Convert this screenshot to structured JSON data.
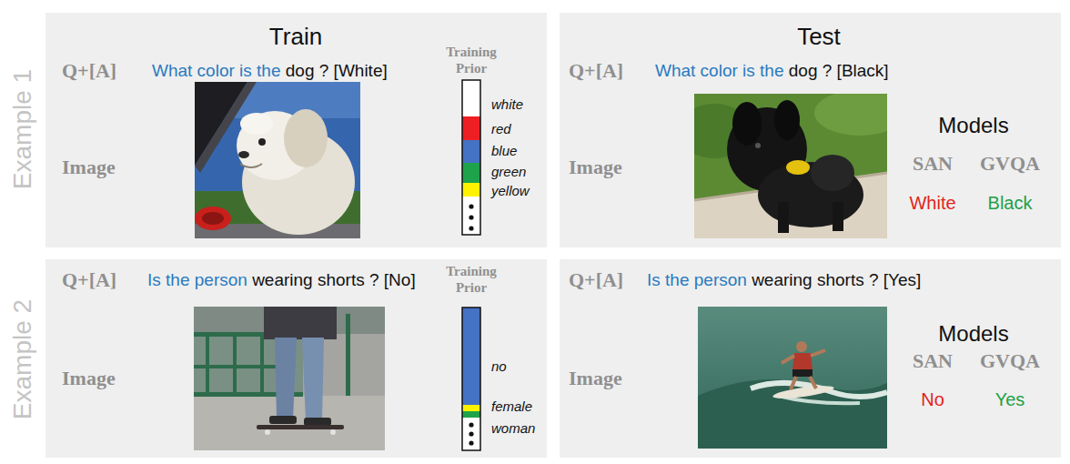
{
  "diagram": {
    "nodes": [
      {
        "text": [
          "Train",
          "Q+[A]",
          "What color is the",
          "dog ? [White]",
          "Image",
          "Training Prior",
          "white",
          "red",
          "blue",
          "green",
          "yellow"
        ]
      },
      {
        "text": [
          "Test",
          "Q+[A]",
          "What color is the",
          "dog ? [Black]",
          "Image",
          "Models",
          "SAN",
          "GVQA",
          "White",
          "Black"
        ]
      },
      {
        "text": [
          "Q+[A]",
          "Is the person",
          "wearing shorts ? [No]",
          "Image",
          "Training Prior",
          "no",
          "female",
          "woman"
        ]
      },
      {
        "text": [
          "Q+[A]",
          "Is the person",
          "wearing shorts ? [Yes]",
          "Image",
          "Models",
          "SAN",
          "GVQA",
          "No",
          "Yes"
        ]
      }
    ],
    "labels": [
      "Example 1",
      "Example 2"
    ]
  }
}
